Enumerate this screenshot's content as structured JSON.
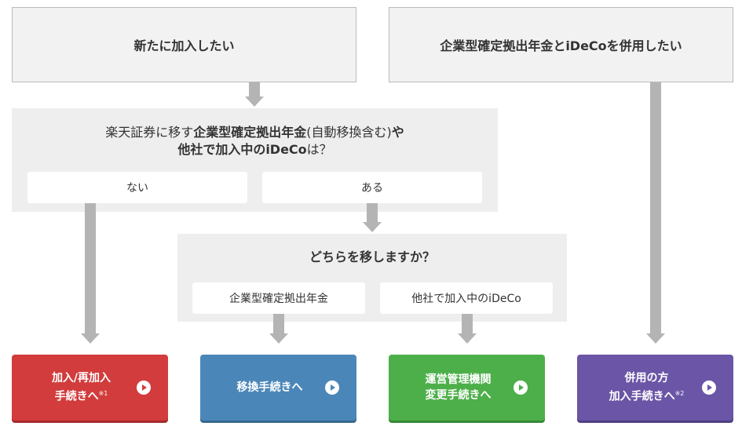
{
  "top_boxes": {
    "new": "新たに加入したい",
    "combine": "企業型確定拠出年金とiDeCoを併用したい"
  },
  "question1": {
    "pre": "楽天証券に移す",
    "bold1": "企業型確定拠出年金",
    "mid": "(自動移換含む)",
    "bold2": "や",
    "bold3": "他社で加入中のiDeCo",
    "post": "は？",
    "option_no": "ない",
    "option_yes": "ある"
  },
  "question2": {
    "text": "どちらを移しますか？",
    "option_corporate": "企業型確定拠出年金",
    "option_ideco": "他社で加入中のiDeCo"
  },
  "buttons": {
    "join": {
      "line1": "加入/再加入",
      "line2": "手続きへ",
      "note": "※1"
    },
    "transfer": {
      "line1": "移換手続きへ"
    },
    "change": {
      "line1": "運営管理機関",
      "line2": "変更手続きへ"
    },
    "combine": {
      "line1": "併用の方",
      "line2": "加入手続きへ",
      "note": "※2"
    }
  },
  "colors": {
    "join": "#d23c3c",
    "transfer": "#4a87b8",
    "change": "#4daf4a",
    "combine": "#6a55a6",
    "arrow": "#b4b4b4"
  },
  "icons": {
    "button_arrow": "play-circle-icon"
  }
}
